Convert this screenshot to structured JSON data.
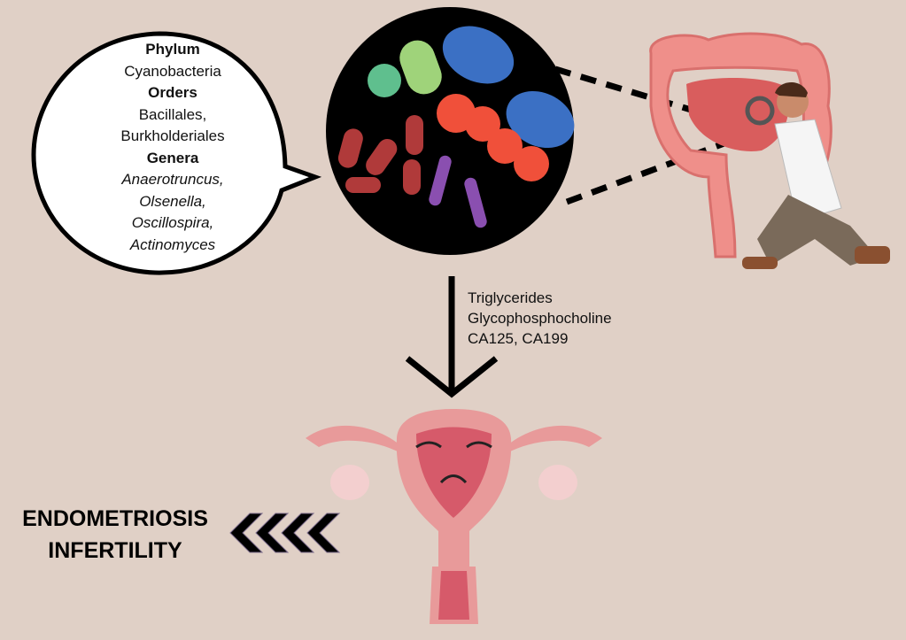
{
  "bubble": {
    "phylum_heading": "Phylum",
    "phylum": [
      "Cyanobacteria"
    ],
    "orders_heading": "Orders",
    "orders": [
      "Bacillales,",
      "Burkholderiales"
    ],
    "genera_heading": "Genera",
    "genera": [
      "Anaerotruncus,",
      "Olsenella,",
      "Oscillospira,",
      "Actinomyces"
    ]
  },
  "markers": [
    "Triglycerides",
    "Glycophosphocholine",
    "CA125, CA199"
  ],
  "outcome": [
    "ENDOMETRIOSIS",
    "INFERTILITY"
  ],
  "colors": {
    "background": "#e0d0c6",
    "uterus": "#e89a9a",
    "intestine": "#ef8f8a"
  }
}
